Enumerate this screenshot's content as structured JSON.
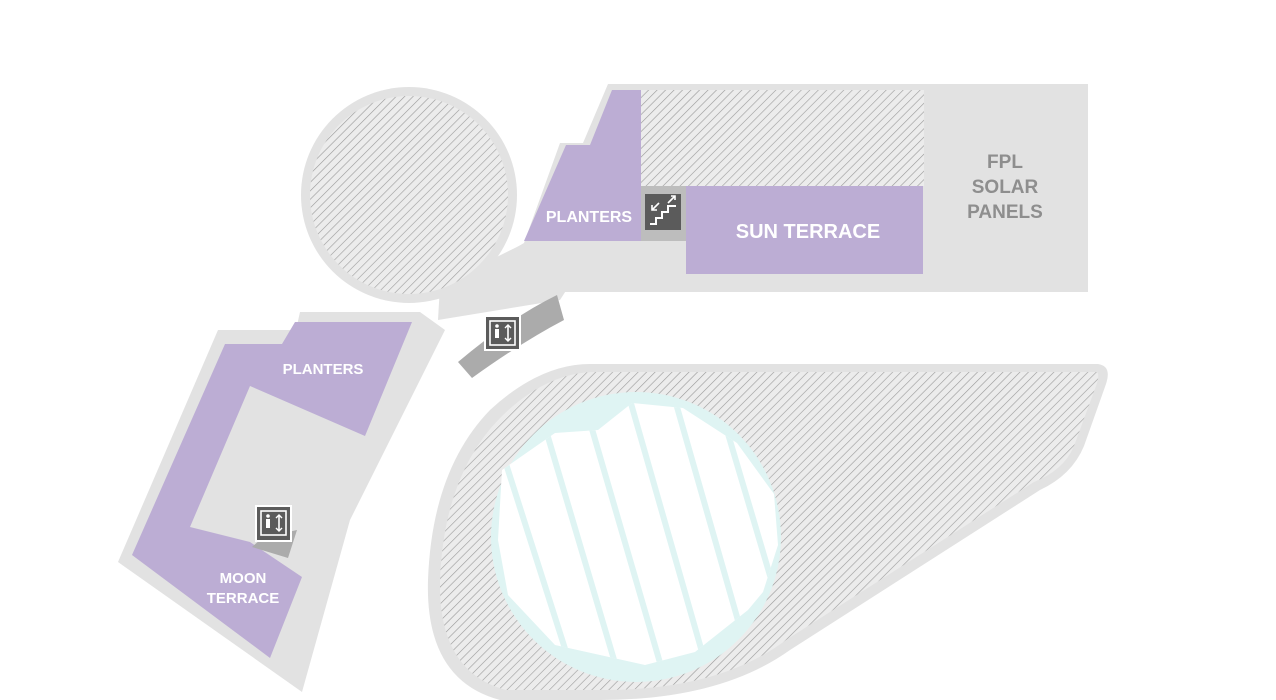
{
  "map": {
    "labels": {
      "planters_top": "PLANTERS",
      "sun_terrace": "SUN TERRACE",
      "solar_1": "FPL",
      "solar_2": "SOLAR",
      "solar_3": "PANELS",
      "planters_left": "PLANTERS",
      "moon_1": "MOON",
      "moon_2": "TERRACE"
    },
    "icons": {
      "stairs": "stairs-icon",
      "elevator": "elevator-icon"
    },
    "colors": {
      "floor": "#e2e2e2",
      "planter": "#bcadd4",
      "ramp": "#ababab",
      "hatch": "#9a9a9a",
      "icon_bg": "#5b5b5b",
      "skylight": "#dff4f3"
    }
  }
}
